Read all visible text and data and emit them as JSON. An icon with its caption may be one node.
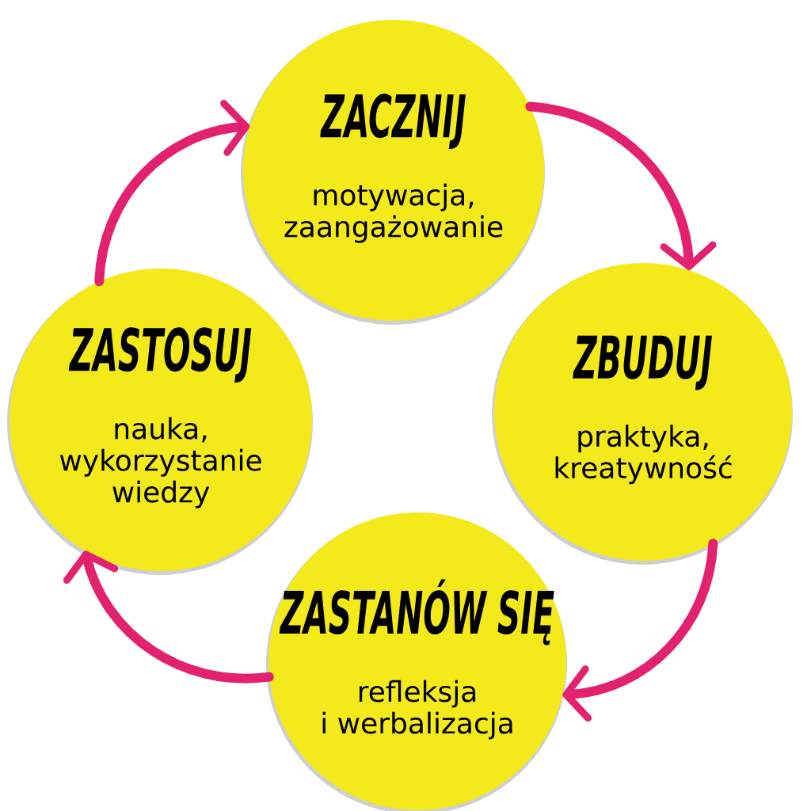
{
  "diagram": {
    "nodes": [
      {
        "text": [
          "ZACZNIJ",
          "motywacja, zaangażowanie"
        ]
      },
      {
        "text": [
          "ZBUDUJ",
          "praktyka, kreatywność"
        ]
      },
      {
        "text": [
          "ZASTANÓW SIĘ",
          "refleksja i werbalizacja"
        ]
      },
      {
        "text": [
          "ZASTOSUJ",
          "nauka, wykorzystanie wiedzy"
        ]
      }
    ],
    "edges": [
      {
        "from": 0,
        "to": 1,
        "arrow": "to"
      },
      {
        "from": 1,
        "to": 2,
        "arrow": "to"
      },
      {
        "from": 2,
        "to": 3,
        "arrow": "to"
      },
      {
        "from": 3,
        "to": 0,
        "arrow": "to"
      }
    ]
  }
}
